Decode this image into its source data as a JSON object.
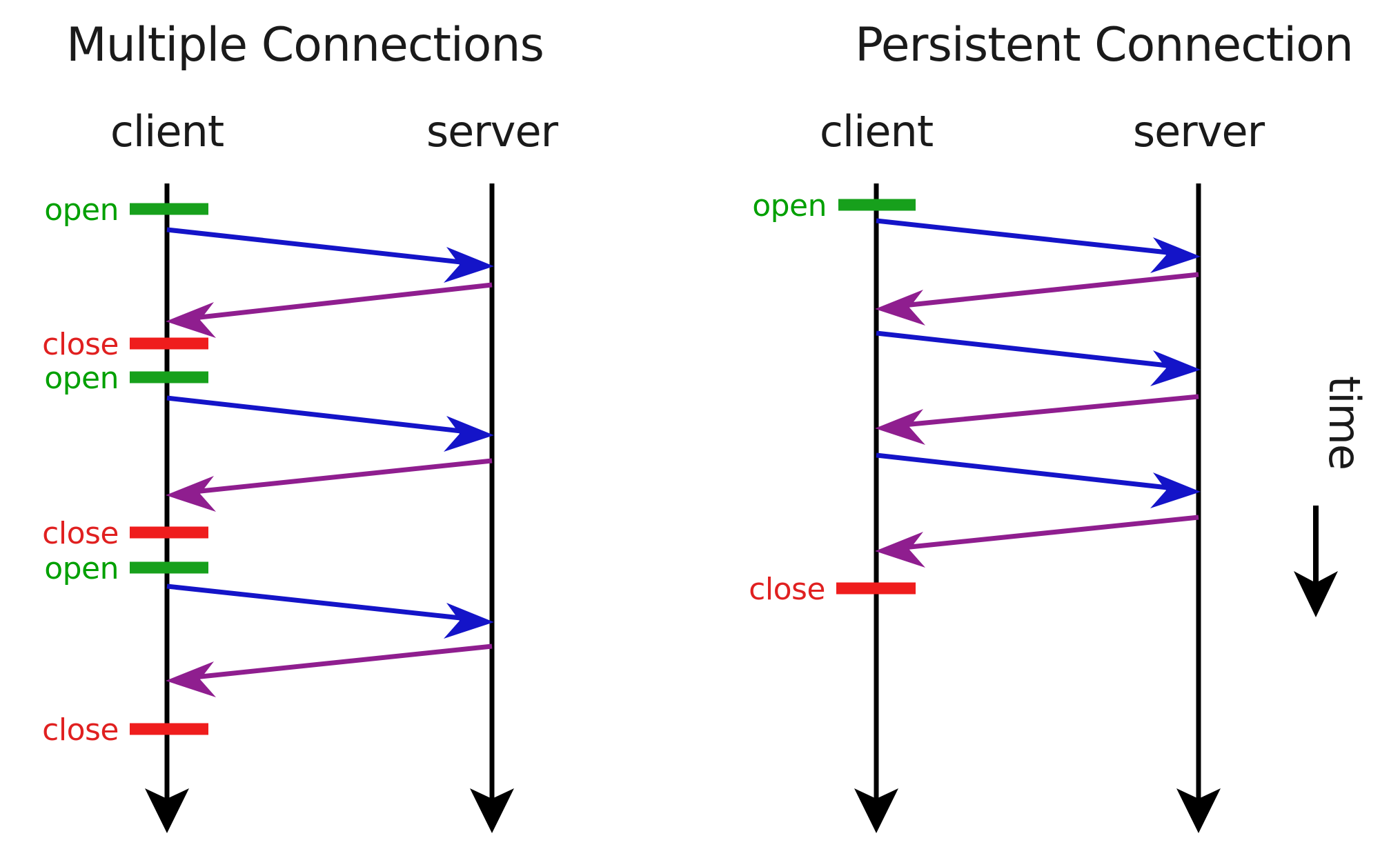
{
  "diagram": {
    "type": "sequence-diagram",
    "background": "#ffffff",
    "colors": {
      "lifeline": "#000000",
      "open_tick": "#17a01c",
      "close_tick": "#ef1d1d",
      "open_text": "#00a000",
      "close_text": "#e02020",
      "request_arrow": "#1414c8",
      "response_arrow": "#8f1e8f",
      "title_text": "#1a1a1a"
    },
    "time_axis": {
      "label": "time",
      "direction": "downward",
      "rotated": true
    },
    "panels": [
      {
        "id": "multiple-connections",
        "title": "Multiple Connections",
        "actors": [
          {
            "id": "client",
            "label": "client"
          },
          {
            "id": "server",
            "label": "server"
          }
        ],
        "events": [
          {
            "index": 0,
            "label": "open",
            "kind": "open",
            "actor": "client"
          },
          {
            "index": 1,
            "label": "close",
            "kind": "close",
            "actor": "client"
          },
          {
            "index": 2,
            "label": "open",
            "kind": "open",
            "actor": "client"
          },
          {
            "index": 3,
            "label": "close",
            "kind": "close",
            "actor": "client"
          },
          {
            "index": 4,
            "label": "open",
            "kind": "open",
            "actor": "client"
          },
          {
            "index": 5,
            "label": "close",
            "kind": "close",
            "actor": "client"
          }
        ],
        "messages": [
          {
            "index": 0,
            "direction": "client-to-server",
            "kind": "request"
          },
          {
            "index": 1,
            "direction": "server-to-client",
            "kind": "response"
          },
          {
            "index": 2,
            "direction": "client-to-server",
            "kind": "request"
          },
          {
            "index": 3,
            "direction": "server-to-client",
            "kind": "response"
          },
          {
            "index": 4,
            "direction": "client-to-server",
            "kind": "request"
          },
          {
            "index": 5,
            "direction": "server-to-client",
            "kind": "response"
          }
        ],
        "connection_count": 3,
        "request_response_pairs": 3
      },
      {
        "id": "persistent-connection",
        "title": "Persistent Connection",
        "actors": [
          {
            "id": "client",
            "label": "client"
          },
          {
            "id": "server",
            "label": "server"
          }
        ],
        "events": [
          {
            "index": 0,
            "label": "open",
            "kind": "open",
            "actor": "client"
          },
          {
            "index": 1,
            "label": "close",
            "kind": "close",
            "actor": "client"
          }
        ],
        "messages": [
          {
            "index": 0,
            "direction": "client-to-server",
            "kind": "request"
          },
          {
            "index": 1,
            "direction": "server-to-client",
            "kind": "response"
          },
          {
            "index": 2,
            "direction": "client-to-server",
            "kind": "request"
          },
          {
            "index": 3,
            "direction": "server-to-client",
            "kind": "response"
          },
          {
            "index": 4,
            "direction": "client-to-server",
            "kind": "request"
          },
          {
            "index": 5,
            "direction": "server-to-client",
            "kind": "response"
          }
        ],
        "connection_count": 1,
        "request_response_pairs": 3
      }
    ]
  }
}
